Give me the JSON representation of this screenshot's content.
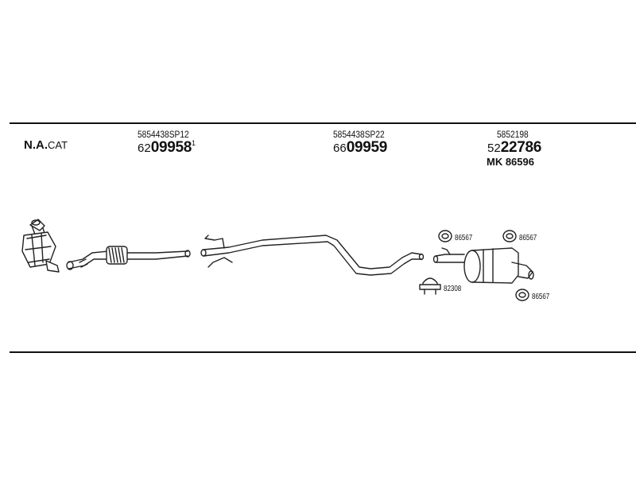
{
  "diagram": {
    "header_label": {
      "bold": "N.A.",
      "rest": "CAT"
    },
    "sections": [
      {
        "code": "5854438SP12",
        "prefix": "62",
        "number": "09958",
        "suffix": "1"
      },
      {
        "code": "5854438SP22",
        "prefix": "66",
        "number": "09959"
      },
      {
        "code": "5852198",
        "prefix": "52",
        "number": "22786",
        "kit": "MK 86596"
      }
    ],
    "hardware": [
      {
        "label": "86567"
      },
      {
        "label": "86567"
      },
      {
        "label": "82308"
      },
      {
        "label": "86567"
      }
    ]
  }
}
